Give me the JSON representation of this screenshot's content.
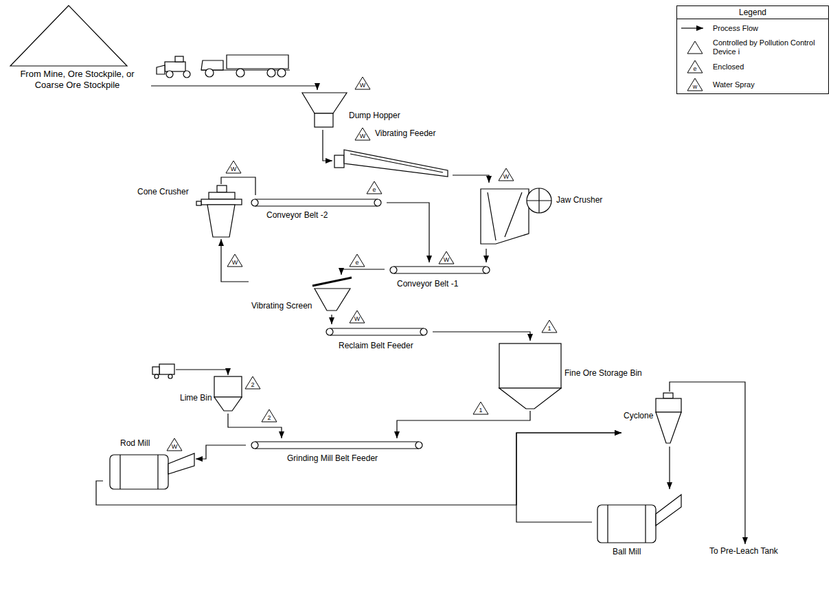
{
  "diagram": {
    "nodes": [
      {
        "text": [
          "From Mine, Ore Stockpile, or Coarse Ore Stockpile"
        ]
      },
      {
        "text": [
          "Dump Hopper"
        ]
      },
      {
        "text": [
          "Vibrating Feeder"
        ]
      },
      {
        "text": [
          "Cone Crusher"
        ]
      },
      {
        "text": [
          "Conveyor Belt -2"
        ]
      },
      {
        "text": [
          "Jaw Crusher"
        ]
      },
      {
        "text": [
          "Conveyor Belt -1"
        ]
      },
      {
        "text": [
          "Vibrating Screen"
        ]
      },
      {
        "text": [
          "Reclaim Belt Feeder"
        ]
      },
      {
        "text": [
          "Lime Bin"
        ]
      },
      {
        "text": [
          "Fine Ore Storage Bin"
        ]
      },
      {
        "text": [
          "Rod Mill"
        ]
      },
      {
        "text": [
          "Grinding Mill Belt Feeder"
        ]
      },
      {
        "text": [
          "Cyclone"
        ]
      },
      {
        "text": [
          "To Pre-Leach Tank"
        ]
      },
      {
        "text": [
          "Ball Mill"
        ]
      }
    ],
    "edges": [
      {
        "from": 0,
        "to": 1,
        "arrow": "to"
      },
      {
        "from": 1,
        "to": 2,
        "arrow": "to"
      },
      {
        "from": 2,
        "to": 5,
        "arrow": "to"
      },
      {
        "from": 5,
        "to": 6,
        "arrow": "to"
      },
      {
        "from": 3,
        "to": 4,
        "arrow": "none"
      },
      {
        "from": 4,
        "to": 6,
        "arrow": "to"
      },
      {
        "from": 6,
        "to": 7,
        "arrow": "to"
      },
      {
        "from": 7,
        "to": 3,
        "arrow": "to"
      },
      {
        "from": 7,
        "to": 8,
        "arrow": "to"
      },
      {
        "from": 8,
        "to": 10,
        "arrow": "to"
      },
      {
        "from": 9,
        "to": 12,
        "arrow": "to"
      },
      {
        "from": 10,
        "to": 12,
        "arrow": "to"
      },
      {
        "from": 12,
        "to": 11,
        "arrow": "to"
      },
      {
        "from": 11,
        "to": 13,
        "arrow": "to"
      },
      {
        "from": 15,
        "to": 13,
        "arrow": "to"
      },
      {
        "from": 13,
        "to": 15,
        "arrow": "to"
      },
      {
        "from": 13,
        "to": 14,
        "arrow": "to"
      }
    ],
    "labels": [
      "Legend",
      "e",
      "w",
      "W",
      "W",
      "W",
      "W",
      "e",
      "W",
      "e",
      "W",
      "W",
      "1",
      "2",
      "2",
      "1",
      "W"
    ],
    "legend": [
      {
        "text": "Process Flow"
      },
      {
        "text": "Controlled by Pollution Control Device i"
      },
      {
        "text": "Enclosed"
      },
      {
        "text": "Water Spray"
      }
    ]
  }
}
